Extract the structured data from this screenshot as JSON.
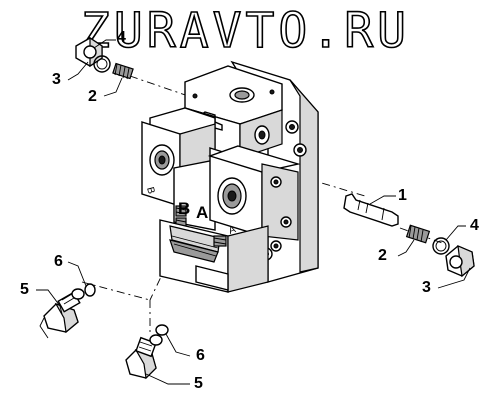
{
  "watermark": "ZURAVTO.RU",
  "face_labels": {
    "b_big": "B",
    "a_big": "A",
    "b_small": "B",
    "a_small": "A"
  },
  "callouts": {
    "c1": "1",
    "c2_top": "2",
    "c3_top": "3",
    "c4_top": "4",
    "c2_right": "2",
    "c3_right": "3",
    "c4_right": "4",
    "c5_left": "5",
    "c6_left": "6",
    "c5_bottom": "5",
    "c6_bottom": "6"
  }
}
